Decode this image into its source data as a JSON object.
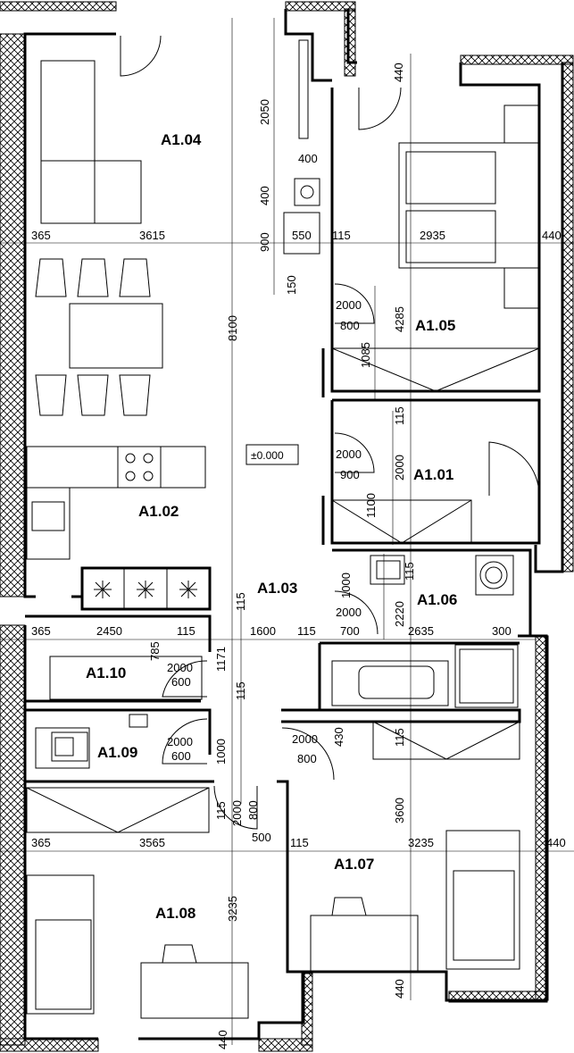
{
  "level_mark": "±0.000",
  "rooms": {
    "a104": "A1.04",
    "a105": "A1.05",
    "a102": "A1.02",
    "a101": "A1.01",
    "a103": "A1.03",
    "a106": "A1.06",
    "a110": "A1.10",
    "a109": "A1.09",
    "a107": "A1.07",
    "a108": "A1.08"
  },
  "dims": {
    "d440_top": "440",
    "d2050": "2050",
    "d400_a": "400",
    "d400_b": "400",
    "d900": "900",
    "d550": "550",
    "d150": "150",
    "d365_a": "365",
    "d3615": "3615",
    "d115_a": "115",
    "d2935": "2935",
    "d440_right1": "440",
    "d2000_a": "2000",
    "d800_a": "800",
    "d4285": "4285",
    "d1085": "1085",
    "d8100": "8100",
    "d115_b": "115",
    "d2000_b": "2000",
    "d900_b": "900",
    "d2000_c": "2000",
    "d1100": "1100",
    "d115_c": "115",
    "d1000_a": "1000",
    "d2220": "2220",
    "d2000_d": "2000",
    "d115_d": "115",
    "d365_b": "365",
    "d2450": "2450",
    "d115_e": "115",
    "d1600": "1600",
    "d115_f": "115",
    "d700": "700",
    "d2635": "2635",
    "d300": "300",
    "d785": "785",
    "d1171": "1171",
    "d2000_e": "2000",
    "d600_a": "600",
    "d115_g": "115",
    "d430": "430",
    "d2000_f": "2000",
    "d800_b": "800",
    "d115_h": "115",
    "d2000_g": "2000",
    "d600_b": "600",
    "d1000_b": "1000",
    "d115_i": "115",
    "d2000_h": "2000",
    "d800_c": "800",
    "d500": "500",
    "d3600": "3600",
    "d365_c": "365",
    "d3565": "3565",
    "d115_j": "115",
    "d3235_a": "3235",
    "d440_right2": "440",
    "d3235_b": "3235",
    "d440_bot1": "440",
    "d440_bot2": "440"
  }
}
